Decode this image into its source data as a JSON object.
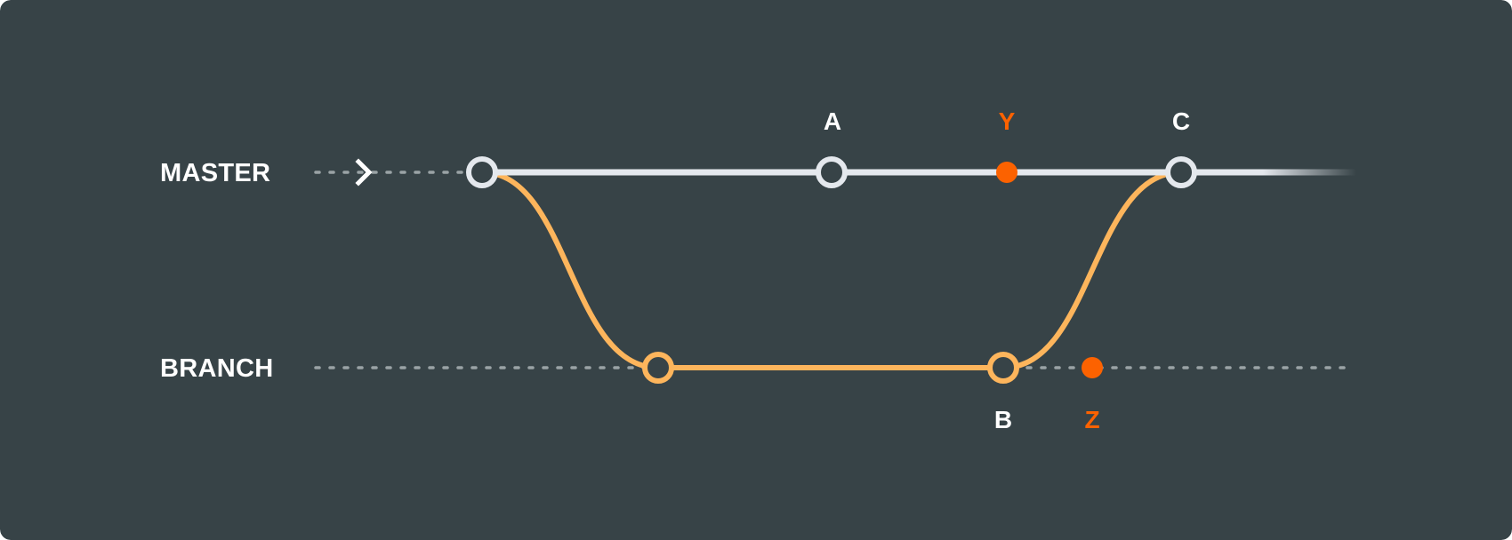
{
  "colors": {
    "background": "#374347",
    "master_line": "#e4e8ed",
    "branch_line": "#fdb55c",
    "highlight": "#fc6200",
    "label_text": "#ffffff",
    "dotted_line": "#9aa3a6"
  },
  "lanes": {
    "master": {
      "label": "MASTER"
    },
    "branch": {
      "label": "BRANCH"
    }
  },
  "commits": {
    "master_start": {
      "label": "",
      "lane": "master",
      "style": "hollow"
    },
    "a": {
      "label": "A",
      "lane": "master",
      "style": "hollow"
    },
    "y": {
      "label": "Y",
      "lane": "master",
      "style": "filled-highlight"
    },
    "c": {
      "label": "C",
      "lane": "master",
      "style": "hollow"
    },
    "branch_start": {
      "label": "",
      "lane": "branch",
      "style": "hollow-branch"
    },
    "b": {
      "label": "B",
      "lane": "branch",
      "style": "hollow-branch"
    },
    "z": {
      "label": "Z",
      "lane": "branch",
      "style": "filled-highlight"
    }
  },
  "icons": {
    "direction_marker": "chevron-right-icon"
  }
}
